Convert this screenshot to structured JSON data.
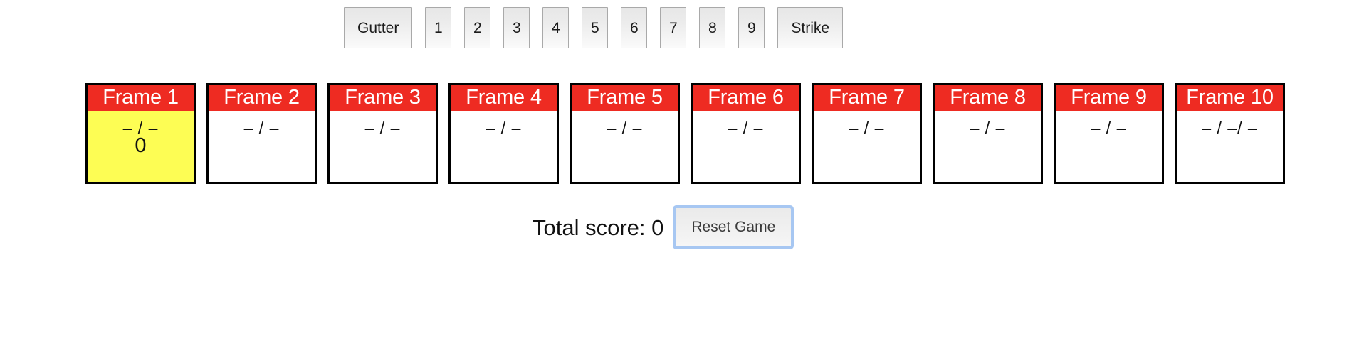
{
  "roll_buttons": [
    {
      "label": "Gutter",
      "name": "roll-button-gutter",
      "wide": true
    },
    {
      "label": "1",
      "name": "roll-button-1",
      "wide": false
    },
    {
      "label": "2",
      "name": "roll-button-2",
      "wide": false
    },
    {
      "label": "3",
      "name": "roll-button-3",
      "wide": false
    },
    {
      "label": "4",
      "name": "roll-button-4",
      "wide": false
    },
    {
      "label": "5",
      "name": "roll-button-5",
      "wide": false
    },
    {
      "label": "6",
      "name": "roll-button-6",
      "wide": false
    },
    {
      "label": "7",
      "name": "roll-button-7",
      "wide": false
    },
    {
      "label": "8",
      "name": "roll-button-8",
      "wide": false
    },
    {
      "label": "9",
      "name": "roll-button-9",
      "wide": false
    },
    {
      "label": "Strike",
      "name": "roll-button-strike",
      "wide": true
    }
  ],
  "frames": [
    {
      "title": "Frame 1",
      "rolls": "– / –",
      "score": "0",
      "active": true
    },
    {
      "title": "Frame 2",
      "rolls": "– / –",
      "score": "",
      "active": false
    },
    {
      "title": "Frame 3",
      "rolls": "– / –",
      "score": "",
      "active": false
    },
    {
      "title": "Frame 4",
      "rolls": "– / –",
      "score": "",
      "active": false
    },
    {
      "title": "Frame 5",
      "rolls": "– / –",
      "score": "",
      "active": false
    },
    {
      "title": "Frame 6",
      "rolls": "– / –",
      "score": "",
      "active": false
    },
    {
      "title": "Frame 7",
      "rolls": "– / –",
      "score": "",
      "active": false
    },
    {
      "title": "Frame 8",
      "rolls": "– / –",
      "score": "",
      "active": false
    },
    {
      "title": "Frame 9",
      "rolls": "– / –",
      "score": "",
      "active": false
    },
    {
      "title": "Frame 10",
      "rolls": "– / –/ –",
      "score": "",
      "active": false
    }
  ],
  "total": {
    "label": "Total score: 0",
    "reset_label": "Reset Game"
  },
  "colors": {
    "frame_header_red": "#ee2b22",
    "active_frame_yellow": "#fdfd54",
    "frame_border_black": "#000000",
    "focus_ring_blue": "#a7c7f2",
    "button_border_gray": "#a9a9a9"
  }
}
